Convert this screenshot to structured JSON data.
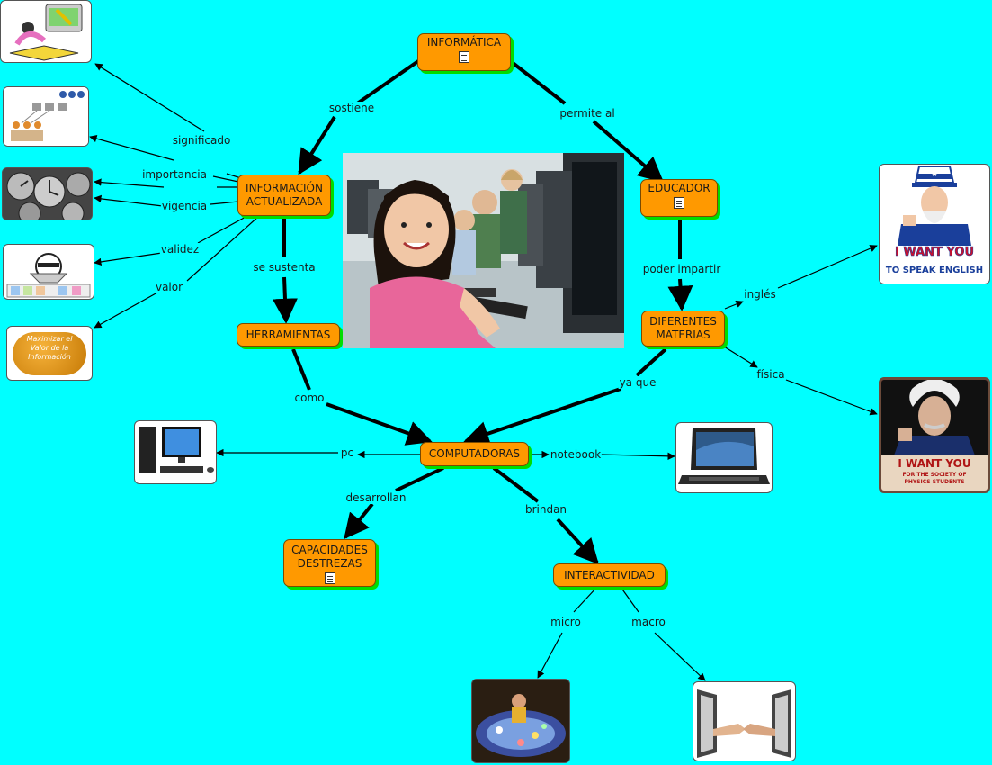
{
  "nodes": {
    "informatica": {
      "label": "INFORMÁTICA"
    },
    "informacion": {
      "label": "INFORMACIÓN ACTUALIZADA"
    },
    "educador": {
      "label": "EDUCADOR"
    },
    "herramientas": {
      "label": "HERRAMIENTAS"
    },
    "materias": {
      "label": "DIFERENTES MATERIAS"
    },
    "computadoras": {
      "label": "COMPUTADORAS"
    },
    "capacidades": {
      "label": "CAPACIDADES DESTREZAS"
    },
    "interactividad": {
      "label": "INTERACTIVIDAD"
    }
  },
  "links": {
    "sostiene": "sostiene",
    "permite": "permite al",
    "significado": "significado",
    "importancia": "importancia",
    "vigencia": "vigencia",
    "validez": "validez",
    "valor": "valor",
    "sustenta": "se sustenta",
    "impartir": "poder impartir",
    "ingles": "inglés",
    "fisica": "física",
    "yaque": "ya que",
    "como": "como",
    "pc": "pc",
    "notebook": "notebook",
    "desarrollan": "desarrollan",
    "brindan": "brindan",
    "micro": "micro",
    "macro": "macro"
  },
  "images": {
    "maximizar": "Maximizar el Valor de la Información",
    "poster1_line1": "I WANT YOU",
    "poster1_line2": "TO SPEAK ENGLISH",
    "poster2_line1": "I WANT YOU",
    "poster2_line2": "FOR THE SOCIETY OF PHYSICS STUDENTS"
  },
  "colors": {
    "background": "#00ffff",
    "node_fill": "#ff9900",
    "node_shadow": "#00dd00",
    "edge": "#000000"
  },
  "icons": [
    "document-icon"
  ]
}
